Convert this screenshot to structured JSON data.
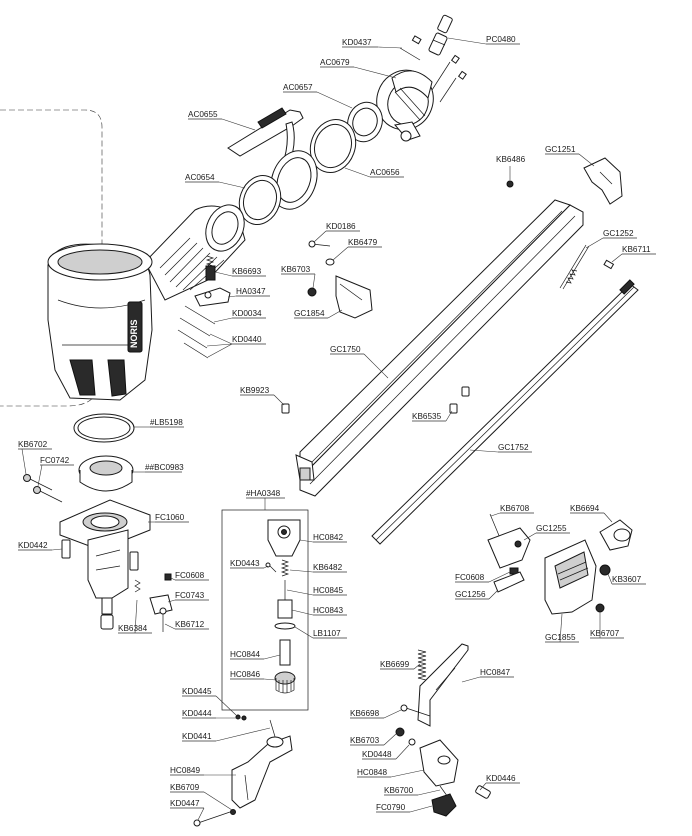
{
  "labels": {
    "KD0437": "KD0437",
    "PC0480": "PC0480",
    "AC0679": "AC0679",
    "AC0657": "AC0657",
    "AC0655": "AC0655",
    "AC0656": "AC0656",
    "AC0654": "AC0654",
    "GC1251": "GC1251",
    "KB6486": "KB6486",
    "KD0186": "KD0186",
    "KB6479": "KB6479",
    "KB6703a": "KB6703",
    "GC1854": "GC1854",
    "GC1252": "GC1252",
    "KB6711": "KB6711",
    "KB6693": "KB6693",
    "HA0347": "HA0347",
    "KD0034": "KD0034",
    "KD0440": "KD0440",
    "GC1750": "GC1750",
    "KB9923": "KB9923",
    "KB6535": "KB6535",
    "LB5198": "#LB5198",
    "GC1752": "GC1752",
    "KB6702": "KB6702",
    "FC0742": "FC0742",
    "BC0983": "##BC0983",
    "FC1060": "FC1060",
    "KD0442": "KD0442",
    "HA0348": "#HA0348",
    "HC0842": "HC0842",
    "KD0443": "KD0443",
    "KB6482": "KB6482",
    "HC0845": "HC0845",
    "HC0843": "HC0843",
    "LB1107": "LB1107",
    "HC0844": "HC0844",
    "HC0846": "HC0846",
    "FC0608a": "FC0608",
    "FC0743": "FC0743",
    "KB6384": "KB6384",
    "KB6712": "KB6712",
    "KB6708": "KB6708",
    "KB6694": "KB6694",
    "GC1255": "GC1255",
    "FC0608b": "FC0608",
    "GC1256": "GC1256",
    "KB3607": "KB3607",
    "GC1855": "GC1855",
    "KB6707": "KB6707",
    "KB6699": "KB6699",
    "HC0847": "HC0847",
    "KB6698": "KB6698",
    "KD0445": "KD0445",
    "KD0444": "KD0444",
    "KD0441": "KD0441",
    "KB6703b": "KB6703",
    "KD0448": "KD0448",
    "HC0848": "HC0848",
    "KB6700": "KB6700",
    "KD0446": "KD0446",
    "FC0790": "FC0790",
    "HC0849": "HC0849",
    "KB6709": "KB6709",
    "KD0447": "KD0447"
  },
  "brand_mark": "NORIS"
}
